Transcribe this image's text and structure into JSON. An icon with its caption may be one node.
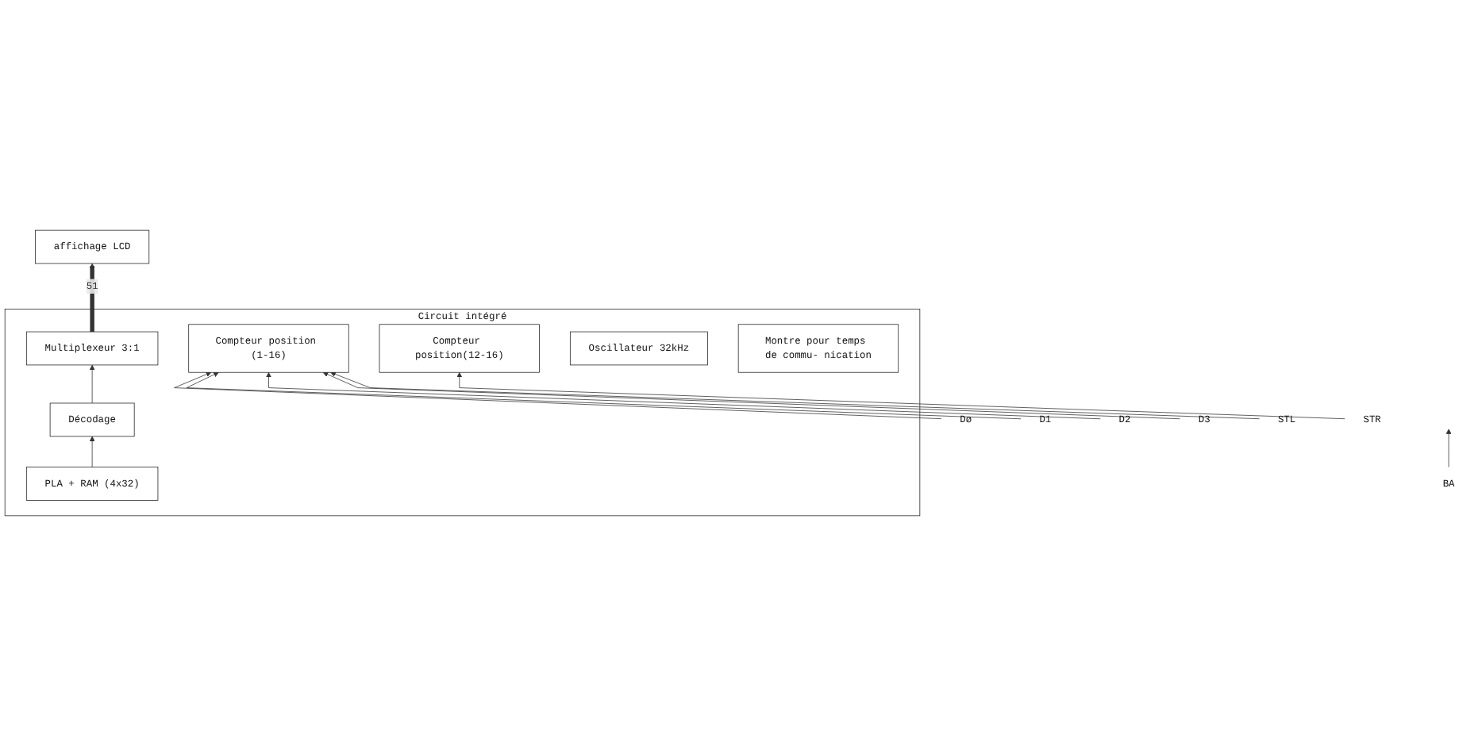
{
  "diagram": {
    "nodes": [
      {
        "text": [
          "affichage LCD"
        ]
      },
      {
        "text": [
          "Circuit intégré"
        ]
      },
      {
        "text": [
          "Multiplexeur 3:1"
        ],
        "in": 1
      },
      {
        "text": [
          "Oscillateur 32kHz"
        ],
        "in": 1
      },
      {
        "text": [
          "Décodage"
        ],
        "in": 1
      },
      {
        "text": [
          "Montre pour temps de commu- nication"
        ],
        "in": 1
      },
      {
        "text": [
          "PLA + RAM (4x32)"
        ],
        "in": 1
      },
      {
        "text": [
          "Compteur position(12-16)"
        ],
        "in": 1
      },
      {
        "text": [
          "Compteur position (1-16)"
        ],
        "in": 1
      },
      {
        "text": [
          "Dø"
        ]
      },
      {
        "text": [
          "D1"
        ]
      },
      {
        "text": [
          "D2"
        ]
      },
      {
        "text": [
          "D3"
        ]
      },
      {
        "text": [
          "STL"
        ]
      },
      {
        "text": [
          "STR"
        ]
      },
      {
        "text": [
          "BA"
        ]
      }
    ],
    "edges": [
      {
        "from": 2,
        "to": 0,
        "arrow": "to",
        "label": "51",
        "style": "thick"
      },
      {
        "from": 4,
        "to": 2,
        "arrow": "to"
      },
      {
        "from": 6,
        "to": 4,
        "arrow": "to"
      },
      {
        "from": 9,
        "to": 8,
        "arrow": "to"
      },
      {
        "from": 10,
        "to": 8,
        "arrow": "to"
      },
      {
        "from": 11,
        "to": 8,
        "arrow": "to"
      },
      {
        "from": 12,
        "to": 8,
        "arrow": "to"
      },
      {
        "from": 13,
        "to": 8,
        "arrow": "to"
      },
      {
        "from": 14,
        "to": 7,
        "arrow": "to"
      },
      {
        "from": 15,
        "to": null,
        "arrow": "to"
      }
    ]
  }
}
